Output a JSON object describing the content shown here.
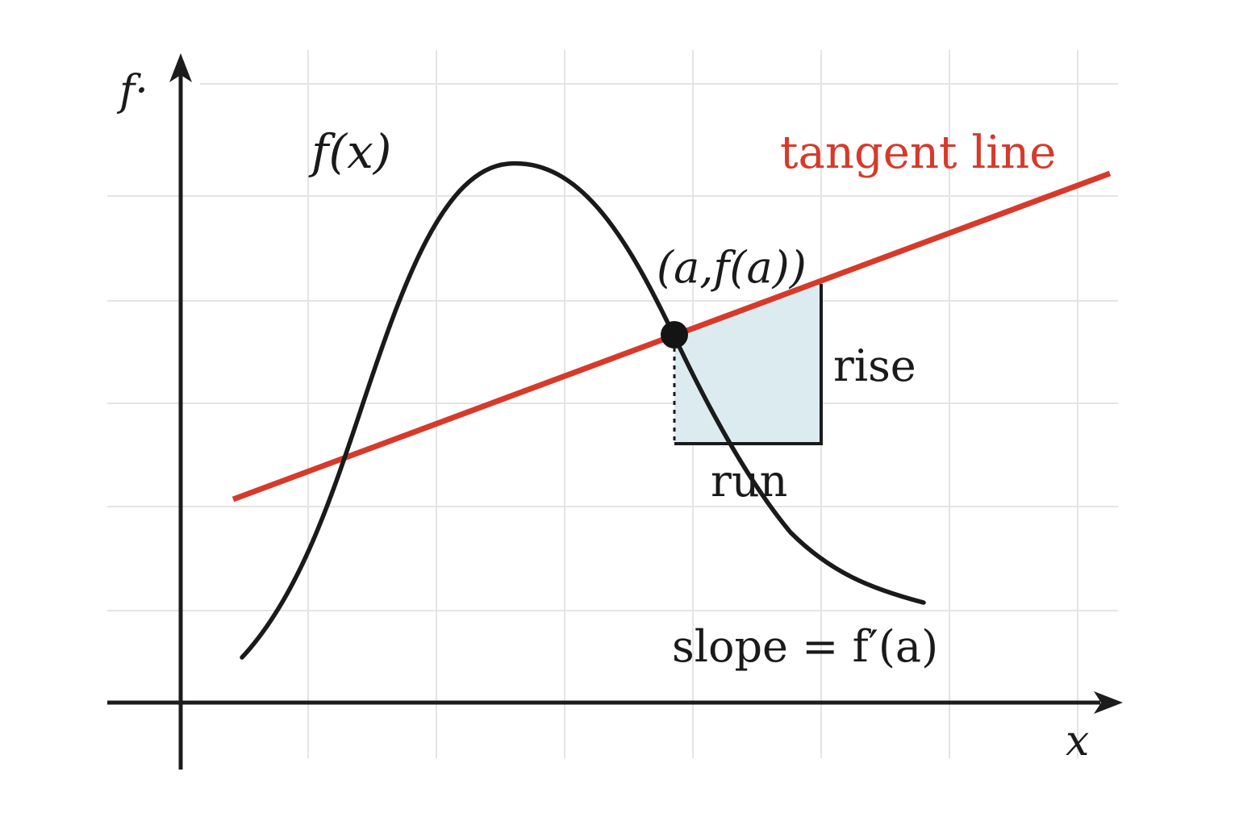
{
  "labels": {
    "y_axis": "f·",
    "x_axis": "x",
    "function": "f(x)",
    "tangent": "tangent line",
    "point": "(a,f(a))",
    "rise": "rise",
    "run": "run",
    "slope": "slope = f′(a)"
  },
  "colors": {
    "tangent": "#d63a2b",
    "curve": "#1a1a1a",
    "triangle_fill": "#dcebef",
    "grid": "#e4e4e4"
  }
}
